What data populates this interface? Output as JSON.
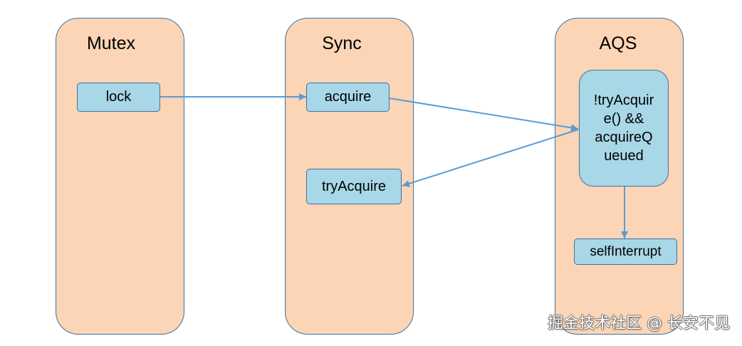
{
  "colors": {
    "background": "#FFFFFF",
    "column_fill": "#FBD5B5",
    "column_border": "#41719C",
    "box_fill": "#A8D7E8",
    "box_border": "#41719C",
    "arrow": "#5B9BD5",
    "text": "#000000"
  },
  "mutex": {
    "title": "Mutex",
    "lock": "lock"
  },
  "sync": {
    "title": "Sync",
    "acquire": "acquire",
    "try_acquire": "tryAcquire"
  },
  "aqs": {
    "title": "AQS",
    "condition_lines": [
      "!tryAcquir",
      "e() &&",
      "acquireQ",
      "ueued"
    ],
    "self_interrupt": "selfInterrupt"
  },
  "watermark": "掘金技术社区 @ 长安不见"
}
